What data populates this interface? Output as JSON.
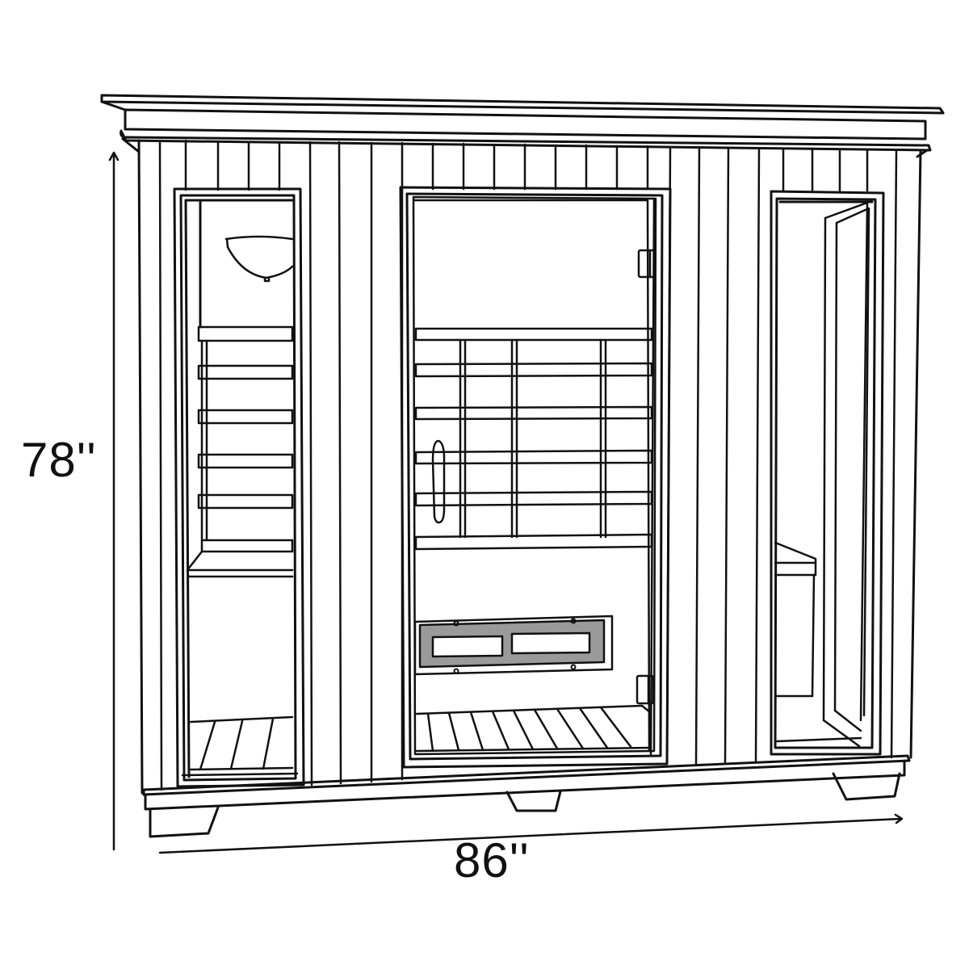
{
  "diagram": {
    "subject": "Sauna cabin front elevation",
    "dimensions": {
      "height": {
        "label": "78''",
        "value": 78,
        "unit": "in"
      },
      "width": {
        "label": "86''",
        "value": 86,
        "unit": "in"
      }
    },
    "components": [
      "crown-molding",
      "vertical-wall-panels",
      "left-glass-window",
      "ceiling-lamp",
      "left-backrest-slats",
      "left-bench",
      "left-floor-slats",
      "glass-door",
      "door-hinge-top",
      "door-hinge-bottom",
      "door-handle",
      "backrest-grid",
      "infrared-heater-panel",
      "door-floor-slats",
      "right-glass-window",
      "right-open-panel",
      "right-bench",
      "base-plinth",
      "left-foot",
      "center-foot",
      "right-foot"
    ],
    "colors": {
      "line": "#111111",
      "background": "#ffffff",
      "heater_texture": "#6b6b6b"
    }
  }
}
